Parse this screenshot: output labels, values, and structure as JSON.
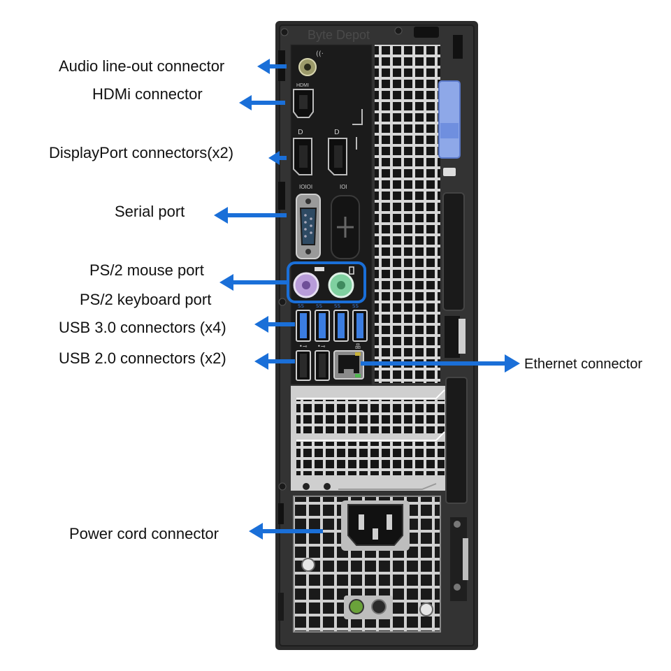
{
  "watermark": "Byte Depot",
  "colors": {
    "arrow": "#1a6fd8",
    "chassis": "#2b2b2b",
    "panel": "#1c1c1c",
    "metal": "#c9c9c9",
    "usb3": "#3b7de0",
    "ps2_mouse": "#b89cd9",
    "ps2_keyboard": "#7fd0a0",
    "latch": "#8ea8e8"
  },
  "labels": {
    "audio": "Audio line-out connector",
    "hdmi": "HDMi connector",
    "displayport": "DisplayPort connectors(x2)",
    "serial": "Serial port",
    "ps2_mouse": "PS/2 mouse port",
    "ps2_keyboard": "PS/2 keyboard port",
    "usb3": "USB 3.0 connectors (x4)",
    "usb2": "USB 2.0 connectors (x2)",
    "ethernet": "Ethernet connector",
    "power": "Power cord connector"
  },
  "panel_marks": {
    "hdmi": "HDMI",
    "serial": "IOIOI",
    "vga_blank": "IOI"
  }
}
